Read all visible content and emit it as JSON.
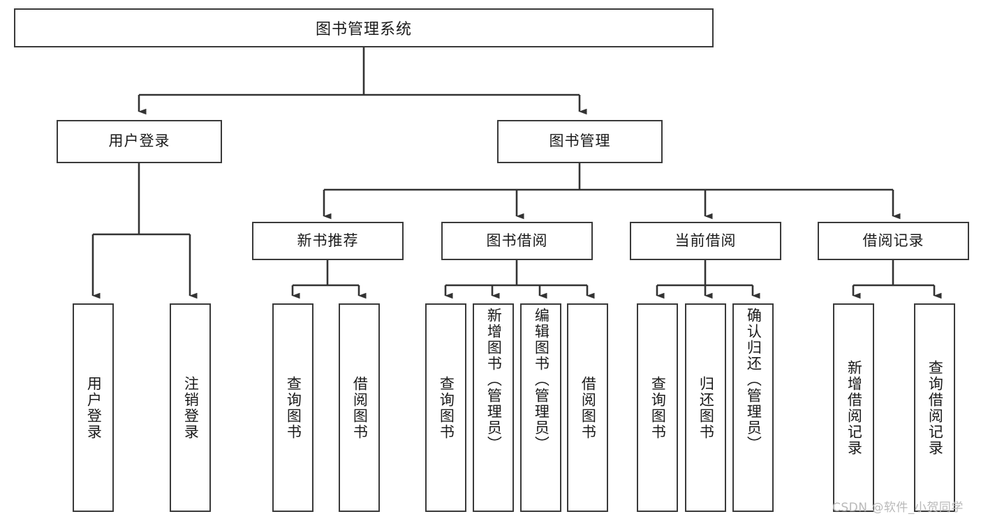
{
  "diagram": {
    "title": "图书管理系统",
    "type": "hierarchy-tree",
    "watermark": "CSDN @软件_小贺同学",
    "colors": {
      "stroke": "#3a3a3a",
      "fill": "#ffffff",
      "text": "#1a1a1a",
      "watermark": "#b9b9b9"
    },
    "nodes": {
      "root": {
        "label": "图书管理系统"
      },
      "level2": [
        {
          "id": "user-login",
          "label": "用户登录"
        },
        {
          "id": "book-manage",
          "label": "图书管理"
        }
      ],
      "level3": [
        {
          "id": "new-book-rec",
          "label": "新书推荐"
        },
        {
          "id": "book-borrow",
          "label": "图书借阅"
        },
        {
          "id": "current-borrow",
          "label": "当前借阅"
        },
        {
          "id": "borrow-record",
          "label": "借阅记录"
        }
      ],
      "leaves": {
        "user-login": [
          {
            "id": "leaf-user-login",
            "label": "用户登录"
          },
          {
            "id": "leaf-logout",
            "label": "注销登录"
          }
        ],
        "new-book-rec": [
          {
            "id": "leaf-query-book-1",
            "label": "查询图书"
          },
          {
            "id": "leaf-borrow-book-1",
            "label": "借阅图书"
          }
        ],
        "book-borrow": [
          {
            "id": "leaf-query-book-2",
            "label": "查询图书"
          },
          {
            "id": "leaf-add-book",
            "label": "新增图书（管理员）"
          },
          {
            "id": "leaf-edit-book",
            "label": "编辑图书（管理员）"
          },
          {
            "id": "leaf-borrow-book-2",
            "label": "借阅图书"
          }
        ],
        "current-borrow": [
          {
            "id": "leaf-query-book-3",
            "label": "查询图书"
          },
          {
            "id": "leaf-return-book",
            "label": "归还图书"
          },
          {
            "id": "leaf-confirm-return",
            "label": "确认归还（管理员）"
          }
        ],
        "borrow-record": [
          {
            "id": "leaf-add-record",
            "label": "新增借阅记录"
          },
          {
            "id": "leaf-query-record",
            "label": "查询借阅记录"
          }
        ]
      }
    }
  }
}
